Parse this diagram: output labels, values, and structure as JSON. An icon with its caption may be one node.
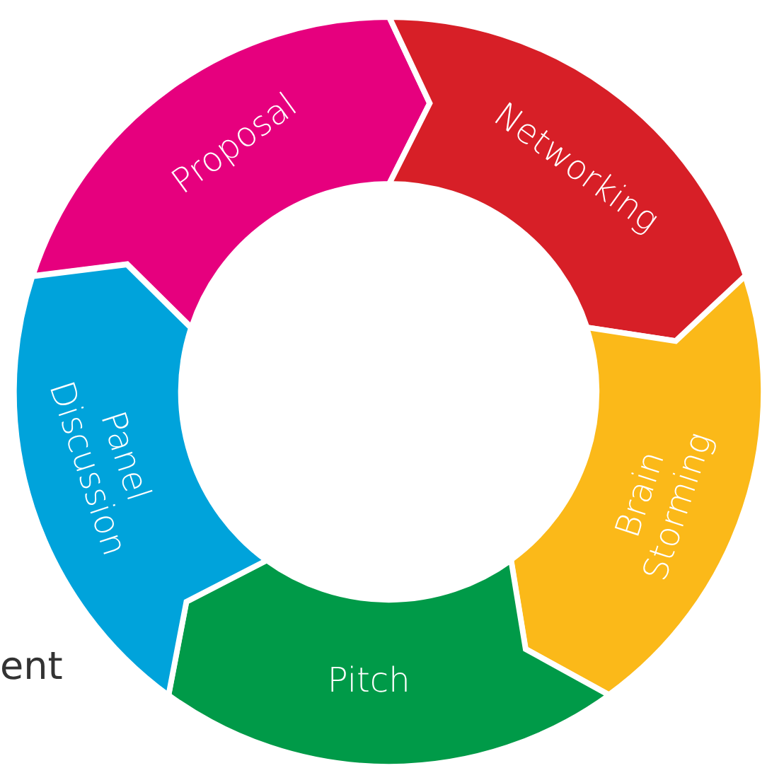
{
  "diagram": {
    "nodes": [
      {
        "text": [
          "Proposal"
        ]
      },
      {
        "text": [
          "Networking"
        ]
      },
      {
        "text": [
          "Brain Storming"
        ]
      },
      {
        "text": [
          "Pitch"
        ]
      },
      {
        "text": [
          "Panel Discussion"
        ]
      }
    ],
    "labels": [
      "ent"
    ]
  }
}
